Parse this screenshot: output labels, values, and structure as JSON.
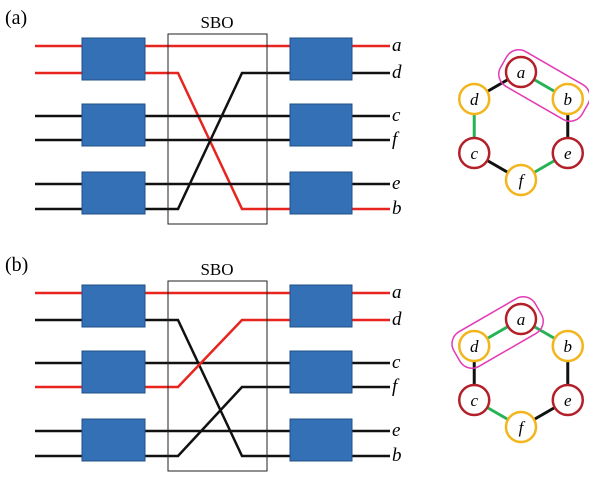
{
  "colors": {
    "highlight_wire": "#e8241f",
    "normal_wire": "#111111",
    "box": "#3470b6",
    "node_red": "#b3202a",
    "node_yellow": "#f2b51c",
    "edge_black": "#111111",
    "edge_green": "#26b257",
    "pair_outline": "#e33ab5"
  },
  "panels": [
    {
      "label": "(a)",
      "sbo_label": "SBO",
      "outputs": [
        "a",
        "d",
        "c",
        "f",
        "e",
        "b"
      ],
      "highlight_inputs": [
        0,
        1
      ],
      "highlight_outputs": [
        0,
        5
      ],
      "nodes": [
        "a",
        "b",
        "e",
        "f",
        "c",
        "d"
      ],
      "edges": [
        "green",
        "black",
        "green",
        "black",
        "green",
        "black"
      ],
      "outlined_pair": [
        "a",
        "b"
      ]
    },
    {
      "label": "(b)",
      "sbo_label": "SBO",
      "outputs": [
        "a",
        "d",
        "c",
        "f",
        "e",
        "b"
      ],
      "highlight_inputs": [
        0,
        3
      ],
      "highlight_outputs": [
        0,
        1
      ],
      "nodes": [
        "a",
        "b",
        "e",
        "f",
        "c",
        "d"
      ],
      "edges": [
        "green",
        "black",
        "black",
        "green",
        "black",
        "green"
      ],
      "outlined_pair": [
        "a",
        "d"
      ]
    }
  ]
}
